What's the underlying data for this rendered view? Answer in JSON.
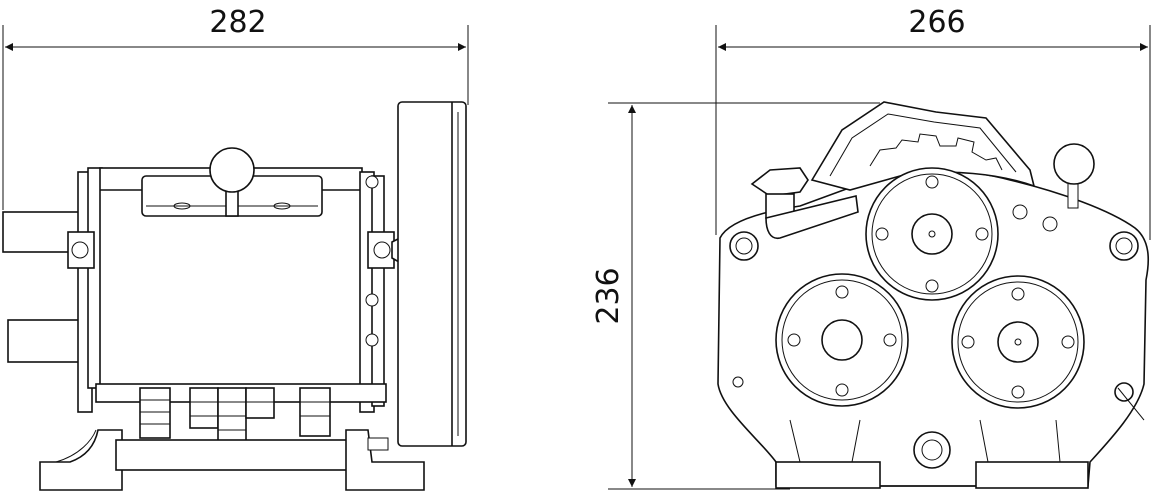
{
  "dimensions": {
    "side_width": {
      "label": "282"
    },
    "front_width": {
      "label": "266"
    },
    "front_height": {
      "label": "236"
    }
  },
  "colors": {
    "line": "#111111",
    "background": "#ffffff"
  }
}
